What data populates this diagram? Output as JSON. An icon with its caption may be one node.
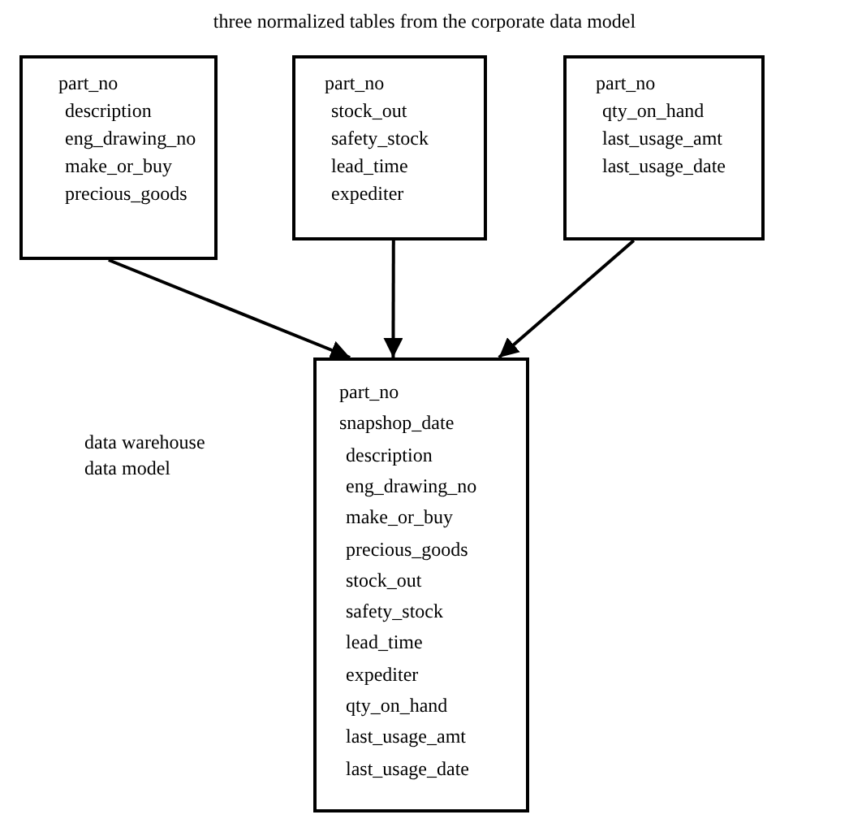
{
  "diagram": {
    "title": "three normalized tables from the corporate data model",
    "nodes": [
      {
        "text": [
          "part_no",
          "description",
          "eng_drawing_no",
          "make_or_buy",
          "precious_goods"
        ]
      },
      {
        "text": [
          "part_no",
          "stock_out",
          "safety_stock",
          "lead_time",
          "expediter"
        ]
      },
      {
        "text": [
          "part_no",
          "qty_on_hand",
          "last_usage_amt",
          "last_usage_date"
        ]
      },
      {
        "text": [
          "part_no",
          "snapshop_date",
          "description",
          "eng_drawing_no",
          "make_or_buy",
          "precious_goods",
          "stock_out",
          "safety_stock",
          "lead_time",
          "expediter",
          "qty_on_hand",
          "last_usage_amt",
          "last_usage_date"
        ]
      }
    ],
    "edges": [
      {
        "from": 0,
        "to": 3,
        "arrow": "to"
      },
      {
        "from": 1,
        "to": 3,
        "arrow": "to"
      },
      {
        "from": 2,
        "to": 3,
        "arrow": "to"
      }
    ],
    "labels": [
      "data warehouse data model"
    ]
  }
}
